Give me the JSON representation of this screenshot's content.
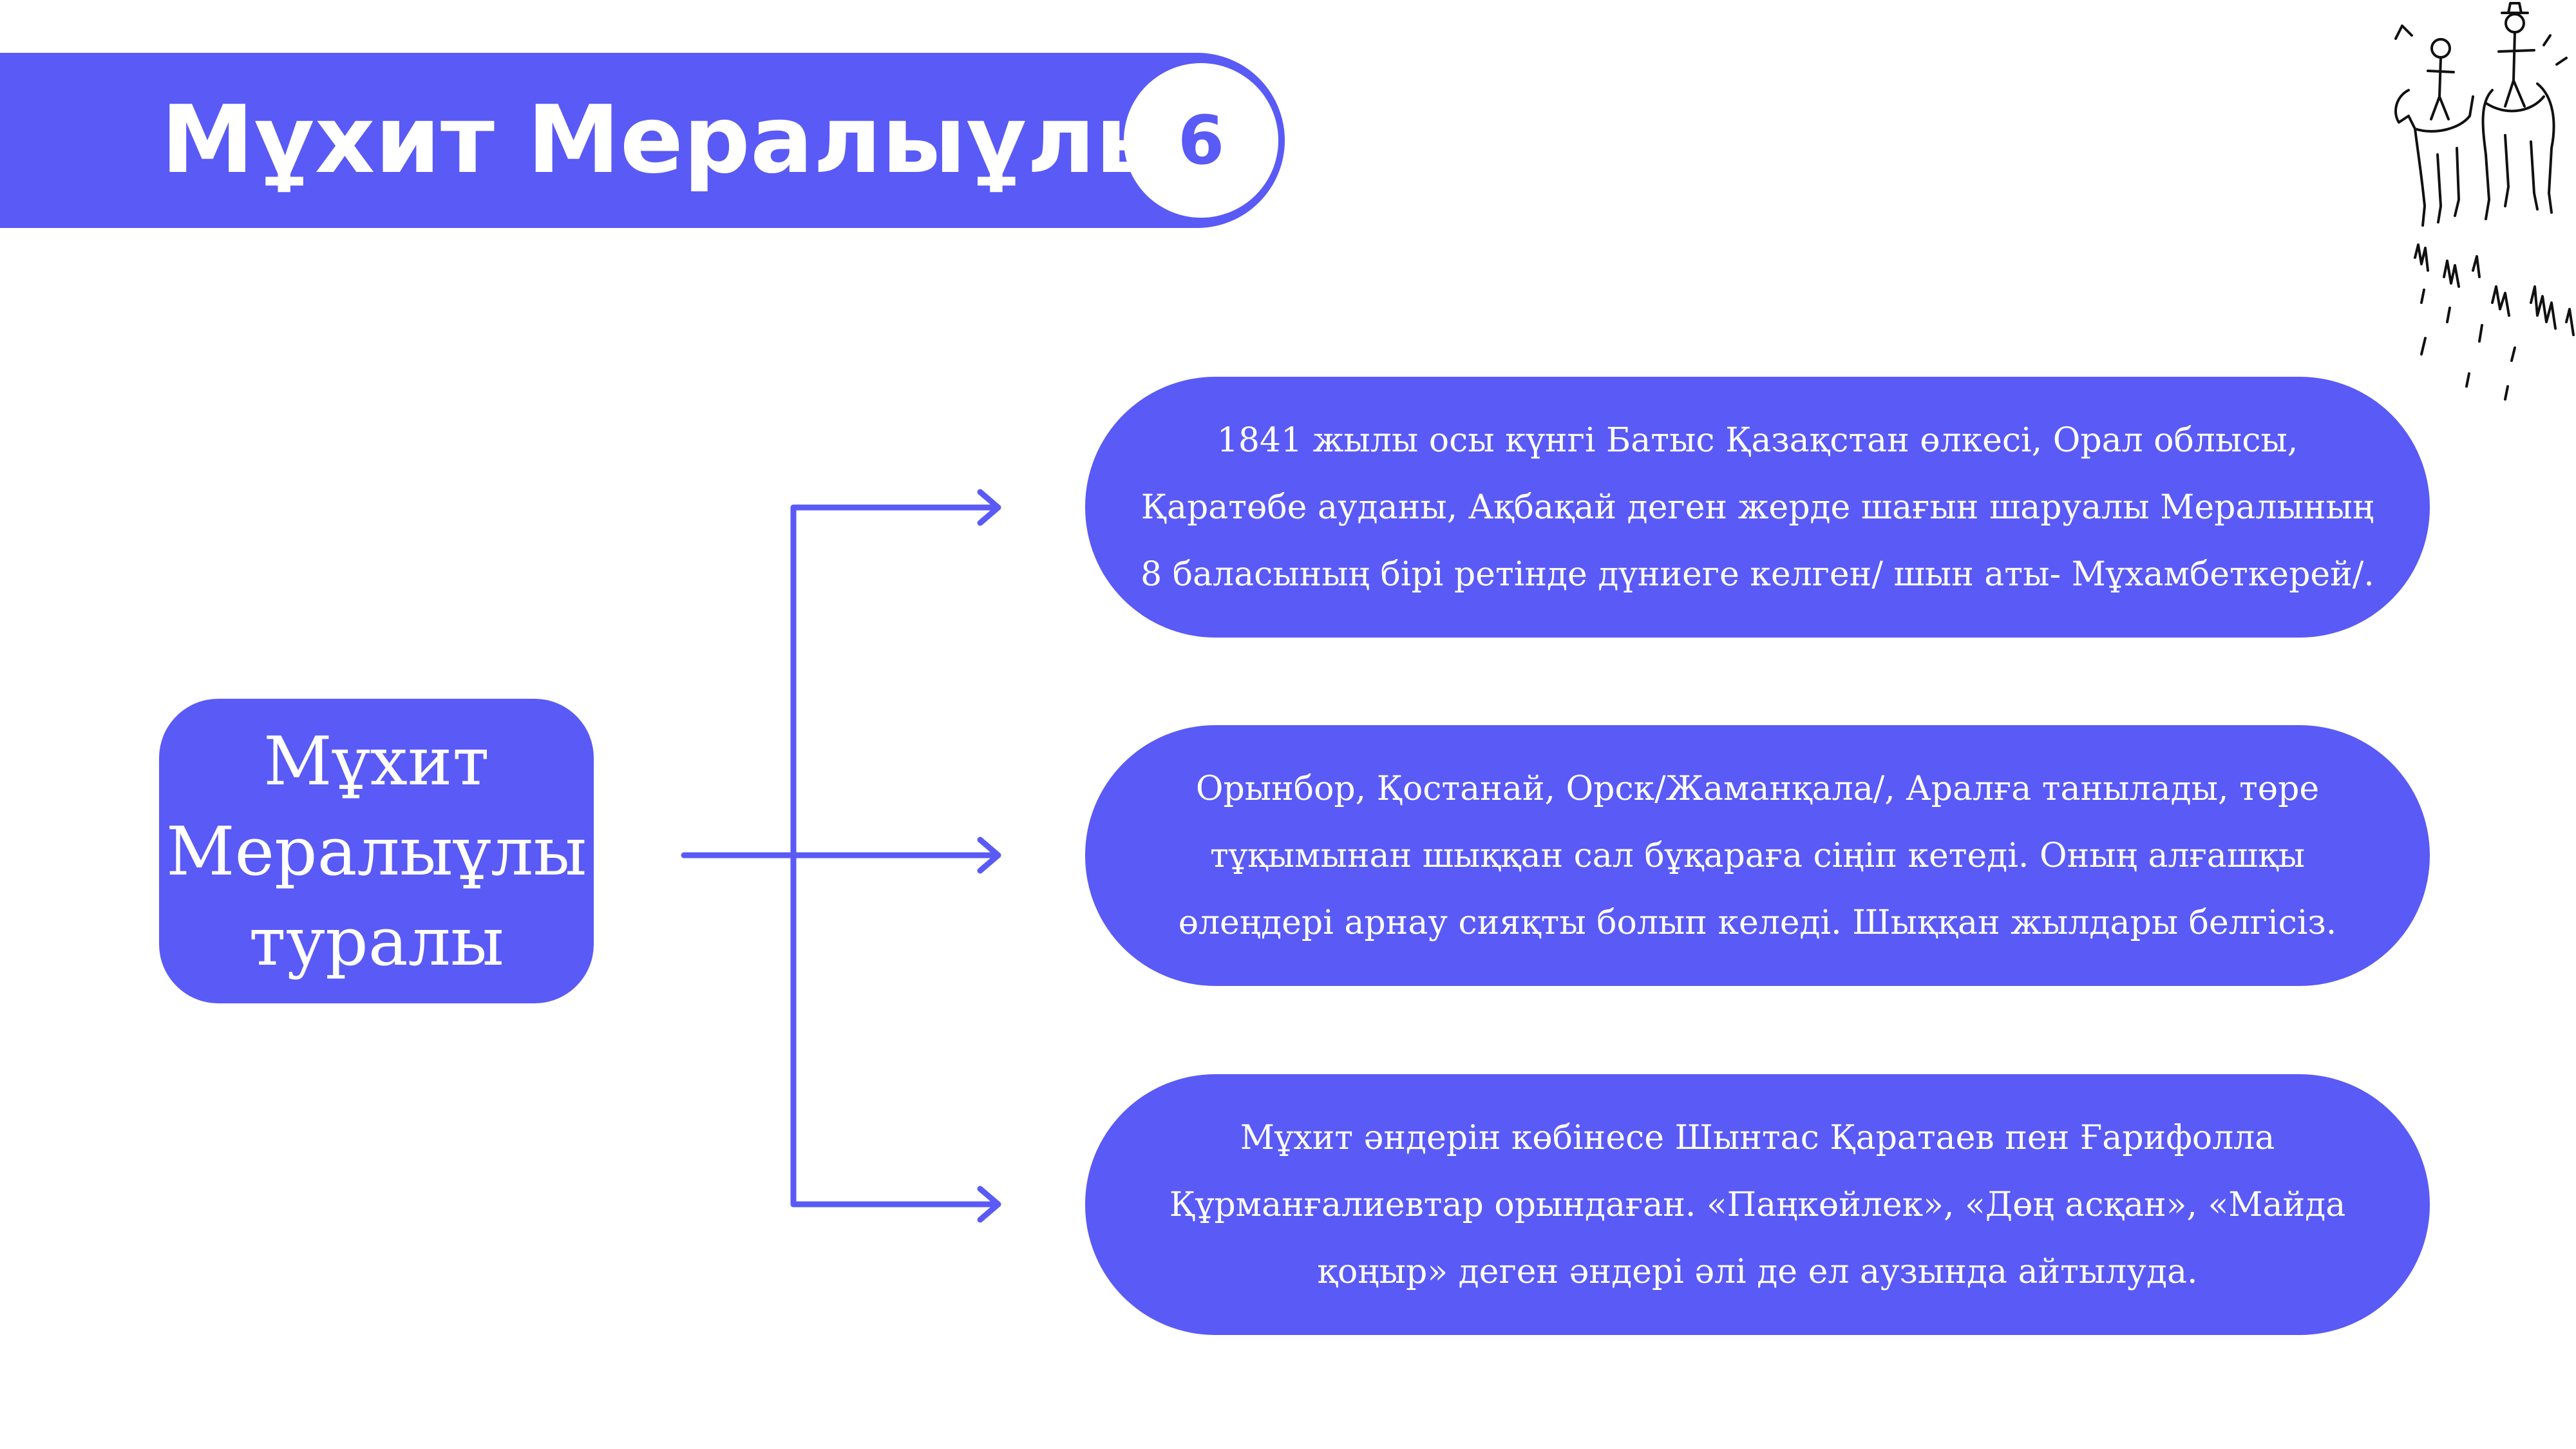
{
  "header": {
    "title": "Мұхит Мералыұлы",
    "slide_number": "6"
  },
  "topic": {
    "label": "Мұхит\nМералыұлы\nтуралы"
  },
  "facts": [
    {
      "text": "1841 жылы осы күнгі Батыс Қазақстан өлкесі, Орал облысы, Қаратөбе ауданы, Ақбақай деген жерде шағын шаруалы Мералының 8 баласының бірі ретінде дүниеге келген/ шын аты- Мұхамбеткерей/."
    },
    {
      "text": "Орынбор, Қостанай, Орск/Жаманқала/, Аралға танылады, төре тұқымынан шыққан сал бұқараға сіңіп кетеді. Оның алғашқы өлеңдері арнау сияқты болып келеді. Шыққан жылдары белгісіз."
    },
    {
      "text": "Мұхит әндерін көбінесе Шынтас Қаратаев пен Ғарифолла Құрманғалиевтар орындаған. «Паңкөйлек», «Дөң асқан», «Майда қоңыр» деген әндері әлі де ел аузында айтылуда."
    }
  ],
  "colors": {
    "accent": "#5a5af6",
    "background": "#ffffff",
    "text_on_accent": "#ffffff"
  },
  "decoration": {
    "illustration": "horse-riders-sketch"
  }
}
